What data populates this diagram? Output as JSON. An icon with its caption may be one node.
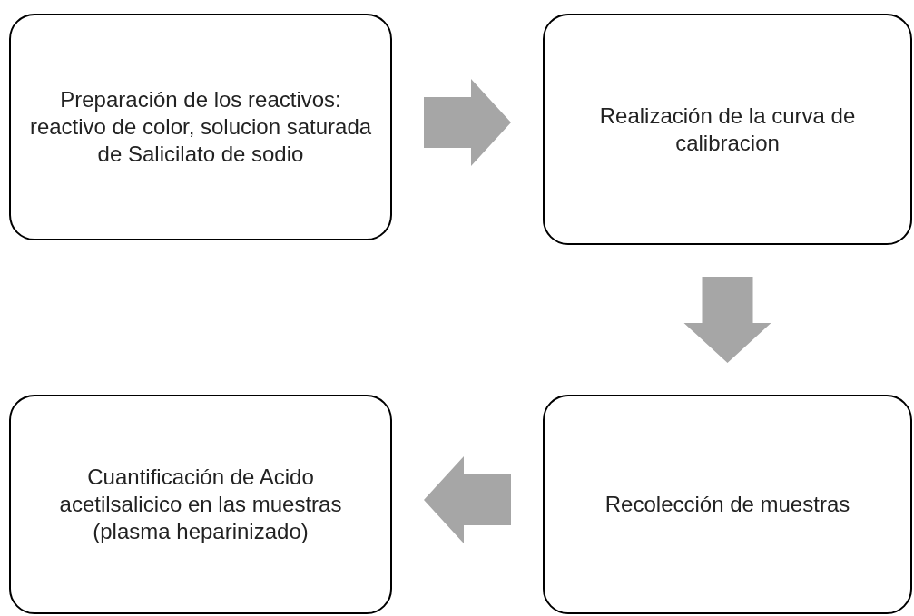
{
  "diagram": {
    "nodes": [
      {
        "text": [
          "Preparación de los reactivos: reactivo de color, solucion saturada de Salicilato de sodio"
        ]
      },
      {
        "text": [
          "Realización de la curva de calibracion"
        ]
      },
      {
        "text": [
          "Cuantificación de Acido acetilsalicico en las muestras (plasma heparinizado)"
        ]
      },
      {
        "text": [
          "Recolección de muestras"
        ]
      }
    ],
    "edges": [
      {
        "from": 0,
        "to": 1,
        "arrow": "to"
      },
      {
        "from": 1,
        "to": 3,
        "arrow": "to"
      },
      {
        "from": 3,
        "to": 2,
        "arrow": "to"
      }
    ]
  }
}
